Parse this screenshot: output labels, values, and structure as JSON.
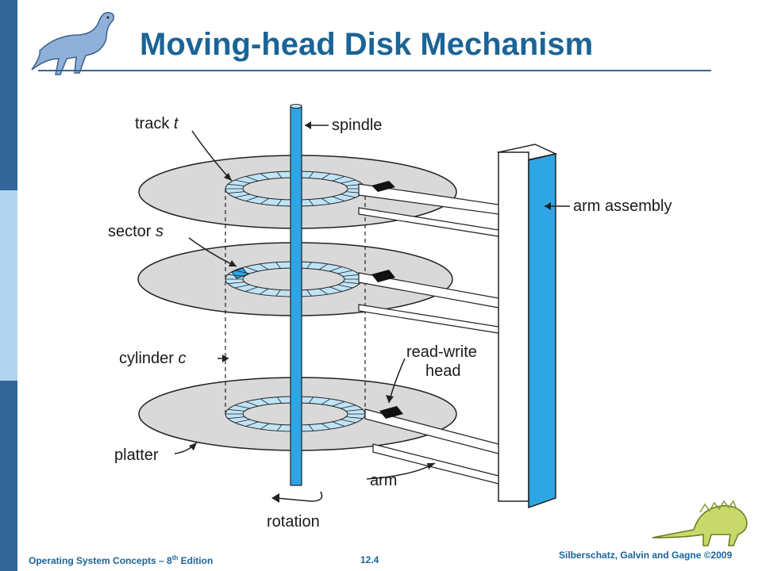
{
  "slide": {
    "title": "Moving-head Disk Mechanism",
    "footer": {
      "course_prefix": "Operating System Concepts – 8",
      "course_sup": "th",
      "course_suffix": " Edition",
      "page_number": "12.4",
      "authors": "Silberschatz, Galvin and Gagne ©2009"
    }
  },
  "diagram": {
    "labels": {
      "track": "track ",
      "track_var": "t",
      "spindle": "spindle",
      "arm_assembly": "arm assembly",
      "sector": "sector ",
      "sector_var": "s",
      "cylinder": "cylinder ",
      "cylinder_var": "c",
      "read_write_line1": "read-write",
      "read_write_line2": "head",
      "platter": "platter",
      "arm": "arm",
      "rotation": "rotation"
    }
  },
  "colors": {
    "accent_blue": "#1a6496",
    "sidebar_dark": "#336699",
    "sidebar_light": "#b3d4f0",
    "spindle_blue": "#2ea6e6",
    "track_blue": "#bfe3f7"
  },
  "icons": [
    "dinosaur-logo-icon",
    "dinosaur-footer-icon"
  ]
}
